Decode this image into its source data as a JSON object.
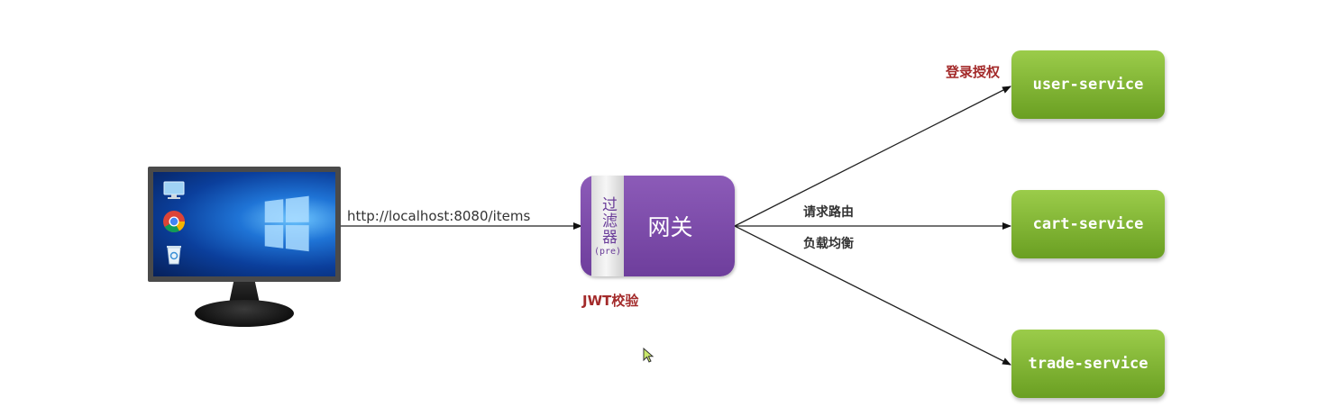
{
  "client": {
    "url_label": "http://localhost:8080/items"
  },
  "gateway": {
    "filter_label": "过滤器",
    "filter_sub": "(pre)",
    "title": "网关",
    "note": "JWT校验"
  },
  "routing": {
    "route_label": "请求路由",
    "balance_label": "负载均衡"
  },
  "services": [
    {
      "name": "user-service",
      "note": "登录授权"
    },
    {
      "name": "cart-service"
    },
    {
      "name": "trade-service"
    }
  ],
  "colors": {
    "gateway": "#7a4aa8",
    "service": "#84b83a",
    "note": "#a32a2a",
    "line": "#222222"
  },
  "icons": [
    "monitor-icon",
    "computer-icon",
    "chrome-icon",
    "recycle-bin-icon",
    "windows-logo-icon",
    "mouse-cursor-icon"
  ]
}
